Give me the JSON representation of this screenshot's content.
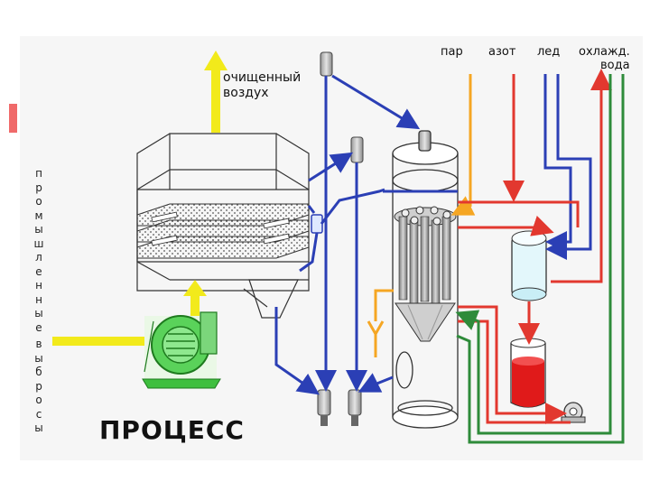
{
  "labels": {
    "steam": "пар",
    "nitrogen": "азот",
    "ice": "лед",
    "cooling_line1": "охлажд.",
    "cooling_line2": "вода",
    "clean_air_line1": "очищенный",
    "clean_air_line2": "воздух",
    "industrial_emissions": [
      "п",
      "р",
      "о",
      "м",
      "ы",
      "ш",
      "л",
      "е",
      "н",
      "н",
      "ы",
      "е",
      "в",
      "ы",
      "б",
      "р",
      "о",
      "с",
      "ы"
    ],
    "process": "ПРОЦЕСС"
  },
  "colors": {
    "blue_pipe": "#2b3fb5",
    "red_pipe": "#e2382f",
    "green_pipe": "#2e8b3a",
    "orange_pipe": "#f5a623",
    "yellow_arrow": "#f2ea1b",
    "fan_green": "#3fbf3f",
    "liquid_red": "#e01a1a",
    "tank_cyan": "#dff6fb",
    "outline": "#333333",
    "accent_bar": "#f06a6a"
  }
}
